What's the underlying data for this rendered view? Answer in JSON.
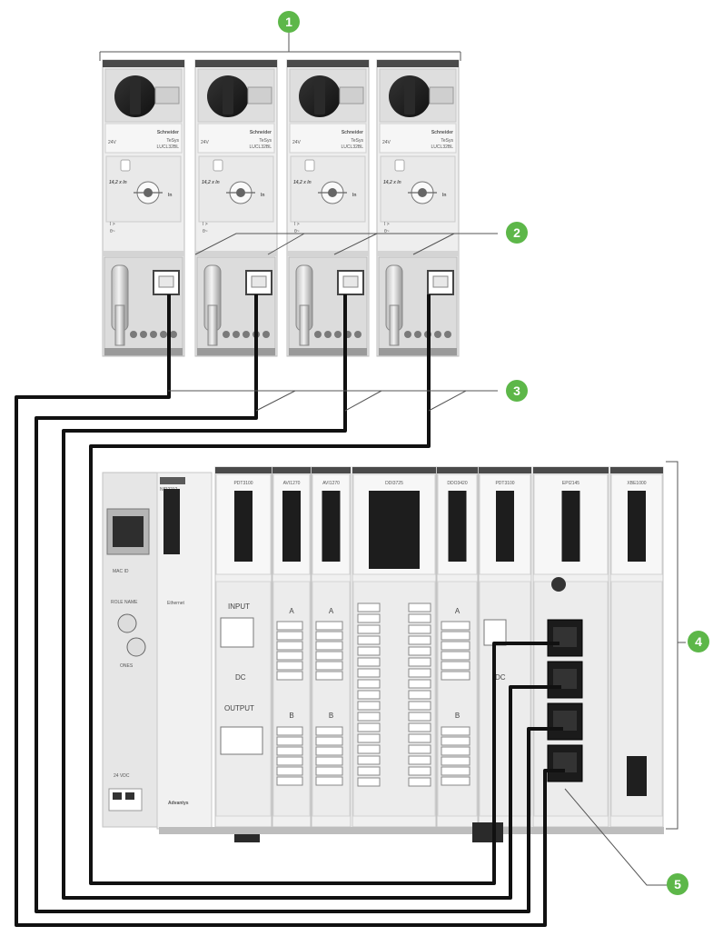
{
  "callouts": [
    "1",
    "2",
    "3",
    "4",
    "5"
  ],
  "starters": {
    "brand": "Schneider",
    "model": "TeSys",
    "ref": "LUCL32BL",
    "voltage": "24V",
    "setting": "14,2 x In",
    "unit": "In",
    "count": 4
  },
  "modules": {
    "nim_ref": "NIP2212",
    "refs": [
      "PDT3100",
      "AVI1270",
      "AVI1270",
      "DDI3725",
      "DDO3420",
      "PDT3100",
      "EPI2145",
      "XBE1000"
    ],
    "interface_labels": [
      "MAC ID",
      "ROLE NAME",
      "ONES",
      "24 VDC",
      "Ethernet",
      "Advantys"
    ],
    "power_labels": [
      "INPUT",
      "DC",
      "OUTPUT"
    ],
    "group_labels": [
      "A",
      "B"
    ]
  },
  "colors": {
    "callout": "#5db749",
    "cable": "#111111",
    "leader": "#555555"
  }
}
